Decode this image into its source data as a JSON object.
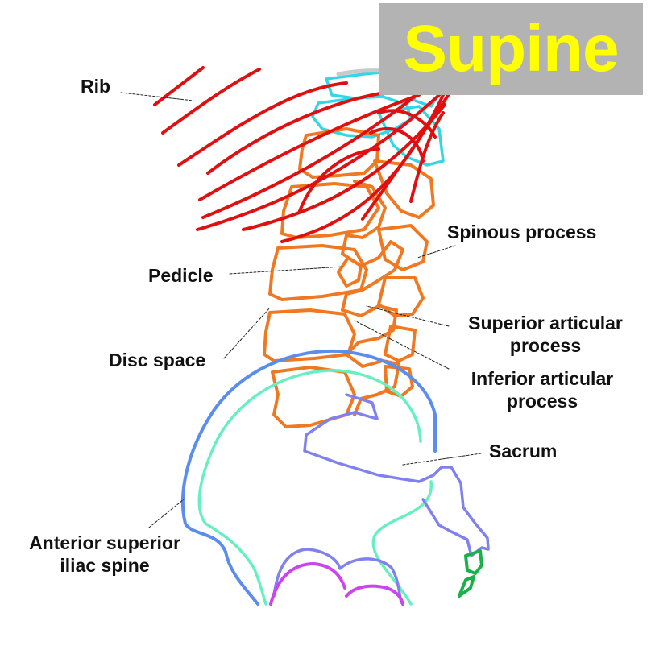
{
  "title": "Supine",
  "labels": {
    "rib": "Rib",
    "pedicle": "Pedicle",
    "disc_space": "Disc space",
    "asis_line1": "Anterior superior",
    "asis_line2": "iliac spine",
    "spinous_process": "Spinous process",
    "superior_articular_line1": "Superior articular",
    "superior_articular_line2": "process",
    "inferior_articular_line1": "Inferior articular",
    "inferior_articular_line2": "process",
    "sacrum": "Sacrum"
  },
  "colors": {
    "title_bg": "#b3b3b3",
    "title_text": "#ffff00",
    "rib": "#e01010",
    "vertebra": "#f07820",
    "thoracic_vertebra": "#33d6e6",
    "sacrum": "#8080ee",
    "ilium_outer": "#5b8def",
    "ilium_inner": "#66f0c0",
    "coccyx": "#19b24a",
    "femoral_head": "#cc44ee"
  }
}
